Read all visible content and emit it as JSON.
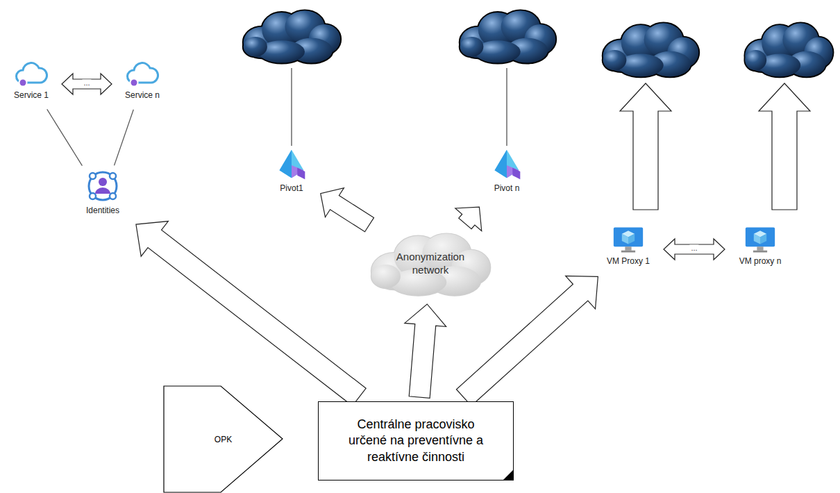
{
  "diagram": {
    "nodes": [
      {
        "text": [
          "Service 1"
        ]
      },
      {
        "text": [
          "Service n"
        ]
      },
      {
        "text": [
          "Identities"
        ]
      },
      {
        "text": [
          "Pivot1"
        ]
      },
      {
        "text": [
          "Pivot n"
        ]
      },
      {
        "text": [
          "Anonymization network"
        ]
      },
      {
        "text": [
          "VM Proxy 1"
        ]
      },
      {
        "text": [
          "VM proxy n"
        ]
      },
      {
        "text": [
          "OPK"
        ]
      },
      {
        "text": [
          "Centrálne pracovisko určené na preventívne a reaktívne činnosti"
        ]
      }
    ],
    "edges": [
      {
        "from": 0,
        "to": 1,
        "label": "...",
        "arrow": "both"
      },
      {
        "from": 0,
        "to": 2,
        "arrow": "none"
      },
      {
        "from": 1,
        "to": 2,
        "arrow": "none"
      },
      {
        "from": 9,
        "to": 2,
        "arrow": "to"
      },
      {
        "from": 9,
        "to": 5,
        "arrow": "to"
      },
      {
        "from": 5,
        "to": 3,
        "arrow": "to"
      },
      {
        "from": 5,
        "to": 4,
        "arrow": "to"
      },
      {
        "from": 9,
        "to": 6,
        "arrow": "to"
      },
      {
        "from": 6,
        "to": 7,
        "label": "...",
        "arrow": "both"
      }
    ]
  }
}
